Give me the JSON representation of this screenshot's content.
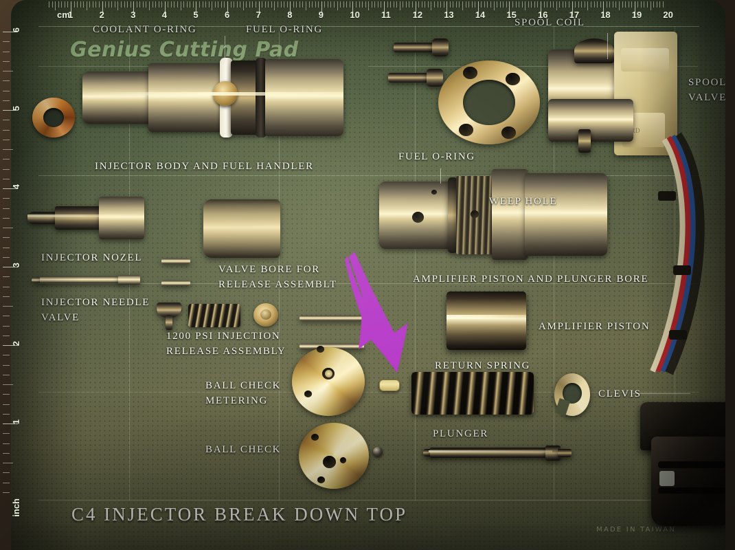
{
  "image": {
    "title_bottom": "C4 INJECTOR BREAK DOWN TOP",
    "mat_brand": "Genius Cutting Pad",
    "mat_origin": "MADE IN TAIWAN"
  },
  "rulers": {
    "top_unit": "cm",
    "top_ticks": [
      "1",
      "2",
      "3",
      "4",
      "5",
      "6",
      "7",
      "8",
      "9",
      "10",
      "11",
      "12",
      "13",
      "14",
      "15",
      "16",
      "17",
      "18",
      "19",
      "20"
    ],
    "left_unit": "inch",
    "left_ticks": [
      "1",
      "2",
      "3",
      "4",
      "5",
      "6"
    ]
  },
  "labels": [
    {
      "id": "coolant-o-ring",
      "text": "COOLANT O-RING"
    },
    {
      "id": "fuel-o-ring-top",
      "text": "FUEL O-RING"
    },
    {
      "id": "spool-coil",
      "text": "SPOOL COIL"
    },
    {
      "id": "spool-valve",
      "text": "SPOOL\nVALVE"
    },
    {
      "id": "injector-body",
      "text": "INJECTOR BODY AND FUEL HANDLER"
    },
    {
      "id": "fuel-o-ring-mid",
      "text": "FUEL O-RING"
    },
    {
      "id": "weep-hole",
      "text": "WEEP HOLE"
    },
    {
      "id": "injector-nozel",
      "text": "INJECTOR NOZEL"
    },
    {
      "id": "valve-bore",
      "text": "VALVE BORE FOR\nRELEASE ASSEMBLT"
    },
    {
      "id": "amplifier-bore",
      "text": "AMPLIFIER PISTON AND PLUNGER BORE"
    },
    {
      "id": "injector-needle",
      "text": "INJECTOR NEEDLE\nVALVE"
    },
    {
      "id": "release-assembly",
      "text": "1200 PSI INJECTION\nRELEASE ASSEMBLY"
    },
    {
      "id": "amplifier-piston",
      "text": "AMPLIFIER PISTON"
    },
    {
      "id": "return-spring",
      "text": "RETURN SPRING"
    },
    {
      "id": "ball-check-metering",
      "text": "BALL CHECK\nMETERING"
    },
    {
      "id": "clevis",
      "text": "CLEVIS"
    },
    {
      "id": "plunger",
      "text": "PLUNGER"
    },
    {
      "id": "ball-check",
      "text": "BALL CHECK"
    }
  ],
  "annotation": {
    "arrow_color": "#b537c9",
    "arrow_target": "small gold rectangular shim"
  },
  "colors": {
    "mat_green": "#4d5a3b",
    "mat_warm": "#6b6b4b",
    "label_text": "#f4f6ec",
    "copper": "#c87a35",
    "brass": "#caa962",
    "wire_red": "#b5252a",
    "wire_blue": "#2a4f8f",
    "wire_cream": "#ddd2ad",
    "connector_black": "#17140f"
  }
}
